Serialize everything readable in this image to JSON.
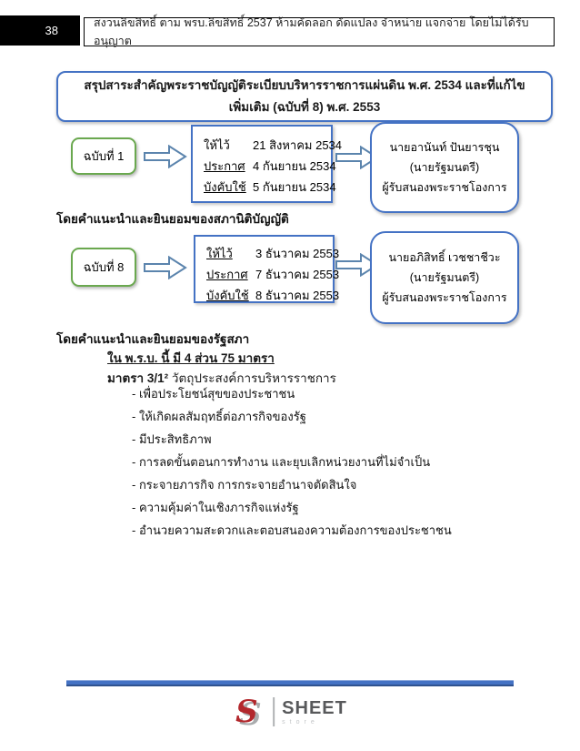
{
  "page_header": {
    "page_number": "38",
    "copyright_notice": "สงวนลิขสิทธิ์ ตาม พรบ.ลิขสิทธิ์ 2537 ห้ามคัดลอก ดัดแปลง จำหน่าย แจกจ่าย โดยไม่ได้รับอนุญาต"
  },
  "title": "สรุปสาระสำคัญพระราชบัญญัติระเบียบบริหารราชการแผ่นดิน พ.ศ. 2534 และที่แก้ไขเพิ่มเติม (ฉบับที่ 8) พ.ศ. 2553",
  "editions": [
    {
      "label": "ฉบับที่ 1",
      "dates": [
        {
          "label": "ให้ไว้",
          "value": "21 สิงหาคม 2534"
        },
        {
          "label": "ประกาศ",
          "value": "4 กันยายน 2534"
        },
        {
          "label": "บังคับใช้",
          "value": "5 กันยายน 2534"
        }
      ],
      "signer_name": "นายอานันท์ ปันยารชุน",
      "signer_title": "(นายรัฐมนตรี)",
      "signer_role": "ผู้รับสนองพระราชโองการ",
      "note": "โดยคำแนะนำและยินยอมของสภานิติบัญญัติ"
    },
    {
      "label": "ฉบับที่ 8",
      "dates": [
        {
          "label": "ให้ไว้",
          "value": "3 ธันวาคม 2553"
        },
        {
          "label": "ประกาศ",
          "value": "7 ธันวาคม 2553"
        },
        {
          "label": "บังคับใช้",
          "value": "8 ธันวาคม 2553"
        }
      ],
      "signer_name": "นายอภิสิทธิ์ เวชชาชีวะ",
      "signer_title": "(นายรัฐมนตรี)",
      "signer_role": "ผู้รับสนองพระราชโองการ",
      "note": "โดยคำแนะนำและยินยอมของรัฐสภา"
    }
  ],
  "body": {
    "structure_note": "ใน พ.ร.บ. นี้ มี 4 ส่วน 75 มาตรา",
    "section_number": "มาตรา 3/1²",
    "section_title": "วัตถุประสงค์การบริหารราชการ",
    "objectives": [
      "- เพื่อประโยชน์สุขของประชาชน",
      "- ให้เกิดผลสัมฤทธิ์ต่อภารกิจของรัฐ",
      "- มีประสิทธิภาพ",
      "- การลดขั้นตอนการทำงาน และยุบเลิกหน่วยงานที่ไม่จำเป็น",
      "- กระจายภารกิจ การกระจายอำนาจตัดสินใจ",
      "- ความคุ้มค่าในเชิงภารกิจแห่งรัฐ",
      "- อำนวยความสะดวกและตอบสนองความต้องการของประชาชน"
    ]
  },
  "footer": {
    "brand": "SHEET",
    "brand_sub": "store",
    "logo_letter": "S"
  },
  "colors": {
    "accent_blue": "#4472C4",
    "accent_blue_dark": "#2F528F",
    "edition_green": "#6AA84F",
    "logo_red": "#B3282D",
    "logo_gray": "#58595B"
  }
}
